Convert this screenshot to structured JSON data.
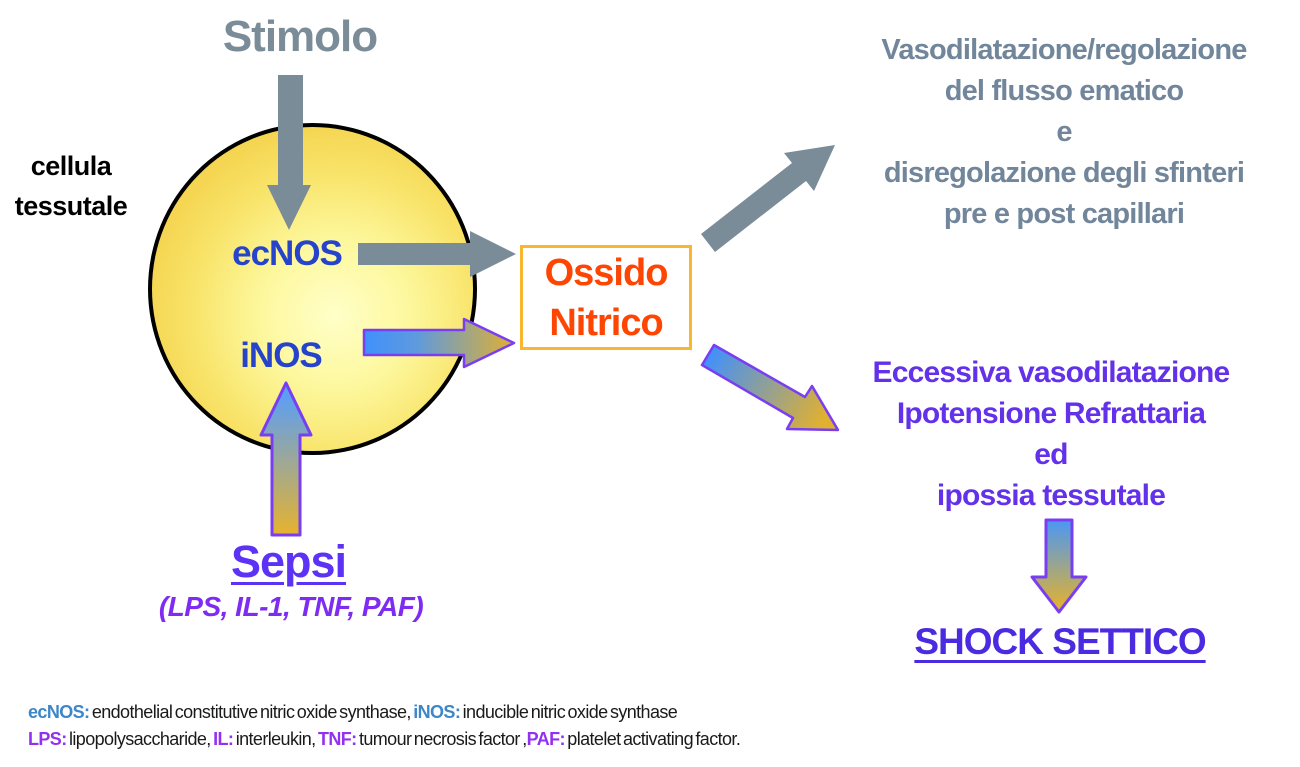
{
  "colors": {
    "gray_arrow": "#7b8c99",
    "outcome_gray_text": "#71869a",
    "enzyme_blue": "#2543cb",
    "no_text_orange": "#fe4502",
    "box_border_gold": "#f8b72e",
    "cell_fill_gold": "#f2c93e",
    "cell_core_yellow": "#ffffc8",
    "pathologic_purple_text": "#6331e9",
    "shock_blue": "#4b2ae2",
    "sepsi_violet": "#5c33f5",
    "mediators_violet": "#7e2bf2",
    "gradient_arrow_blue": "#4090fc",
    "gradient_arrow_gold": "#e0b031",
    "arrow_outline_purple": "#7a3ef2",
    "legend_nos_blue": "#3d87c9",
    "legend_abbr_purple": "#9231f0"
  },
  "diagram": {
    "stimulus": "Stimolo",
    "cell_label": [
      "cellula",
      "tessutale"
    ],
    "enzymes": {
      "ecnos": "ecNOS",
      "inos": "iNOS"
    },
    "no_box": [
      "Ossido",
      "Nitrico"
    ],
    "physiologic_outcome": [
      "Vasodilatazione/regolazione",
      "del flusso ematico",
      "e",
      "disregolazione degli sfinteri",
      "pre e post capillari"
    ],
    "pathologic_outcome": [
      "Eccessiva vasodilatazione",
      "Ipotensione Refrattaria",
      "ed",
      "ipossia tessutale"
    ],
    "shock": "SHOCK SETTICO",
    "sepsis": "Sepsi",
    "sepsis_mediators": "(LPS, IL-1, TNF, PAF)"
  },
  "legend": {
    "line1": [
      {
        "text": "ecNOS:",
        "highlight": "blue"
      },
      {
        "text": " endothelial constitutive nitric oxide synthase, "
      },
      {
        "text": "iNOS:",
        "highlight": "blue"
      },
      {
        "text": " inducible nitric oxide synthase"
      }
    ],
    "line2": [
      {
        "text": "LPS:",
        "highlight": "purple"
      },
      {
        "text": " lipopolysaccharide, "
      },
      {
        "text": "IL:",
        "highlight": "purple"
      },
      {
        "text": " interleukin, "
      },
      {
        "text": "TNF:",
        "highlight": "purple"
      },
      {
        "text": " tumour necrosis factor ,"
      },
      {
        "text": "PAF:",
        "highlight": "purple"
      },
      {
        "text": " platelet activating factor."
      }
    ]
  }
}
